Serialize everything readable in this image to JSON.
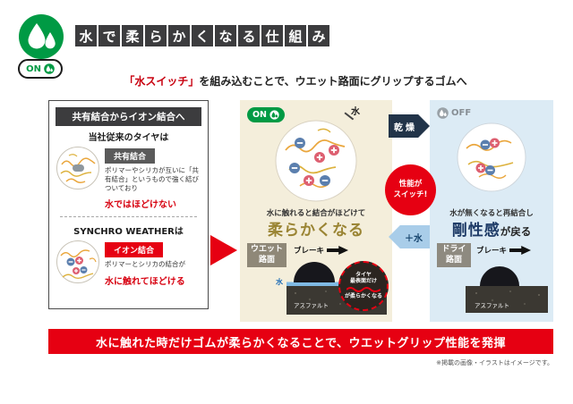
{
  "page": {
    "title_chars": [
      "水",
      "で",
      "柔",
      "ら",
      "か",
      "く",
      "な",
      "る",
      "仕",
      "組",
      "み"
    ],
    "on_badge": "ON",
    "subtitle": {
      "highlight": "「水スイッチ」",
      "rest": "を組み込むことで、ウエット路面にグリップするゴムへ"
    }
  },
  "left_panel": {
    "header": "共有結合からイオン結合へ",
    "conventional": {
      "title": "当社従来のタイヤは",
      "bond_label": "共有結合",
      "desc": "ポリマーやシリカが互いに「共有結合」というもので強く結びついており",
      "highlight": "水ではほどけない"
    },
    "synchro": {
      "title": "SYNCHRO WEATHERは",
      "bond_label": "イオン結合",
      "desc": "ポリマーとシリカの結合が",
      "highlight": "水に触れてほどける"
    }
  },
  "wet_panel": {
    "badge": "ON",
    "water_label": "水",
    "desc": "水に触れると結合がほどけて",
    "highlight": "柔らかくなる",
    "road_badge": {
      "line1": "ウエット",
      "line2": "路面"
    },
    "brake_label": "ブレーキ",
    "road_water_label": "水",
    "asphalt_label": "アスファルト",
    "callout": {
      "line1": "タイヤ",
      "line2": "最表面だけ",
      "line3": "が柔らかくなる"
    }
  },
  "dry_panel": {
    "badge": "OFF",
    "desc": "水が無くなると再結合し",
    "highlight": "剛性感",
    "highlight_suffix": "が戻る",
    "road_badge": {
      "line1": "ドライ",
      "line2": "路面"
    },
    "brake_label": "ブレーキ",
    "asphalt_label": "アスファルト"
  },
  "transition": {
    "dry_arrow": "乾燥",
    "switch": {
      "line1": "性能が",
      "line2": "スイッチ!"
    },
    "wet_arrow": "＋水"
  },
  "footer": {
    "banner": "水に触れた時だけゴムが柔らかくなることで、ウエットグリップ性能を発揮",
    "note": "※掲載の画像・イラストはイメージです。"
  },
  "colors": {
    "accent_red": "#e60012",
    "brand_green": "#009a44",
    "soft_gold": "#9a8433",
    "rigid_navy": "#1d3a66",
    "wet_bg": "#f4eedb",
    "dry_bg": "#dcebf5"
  }
}
